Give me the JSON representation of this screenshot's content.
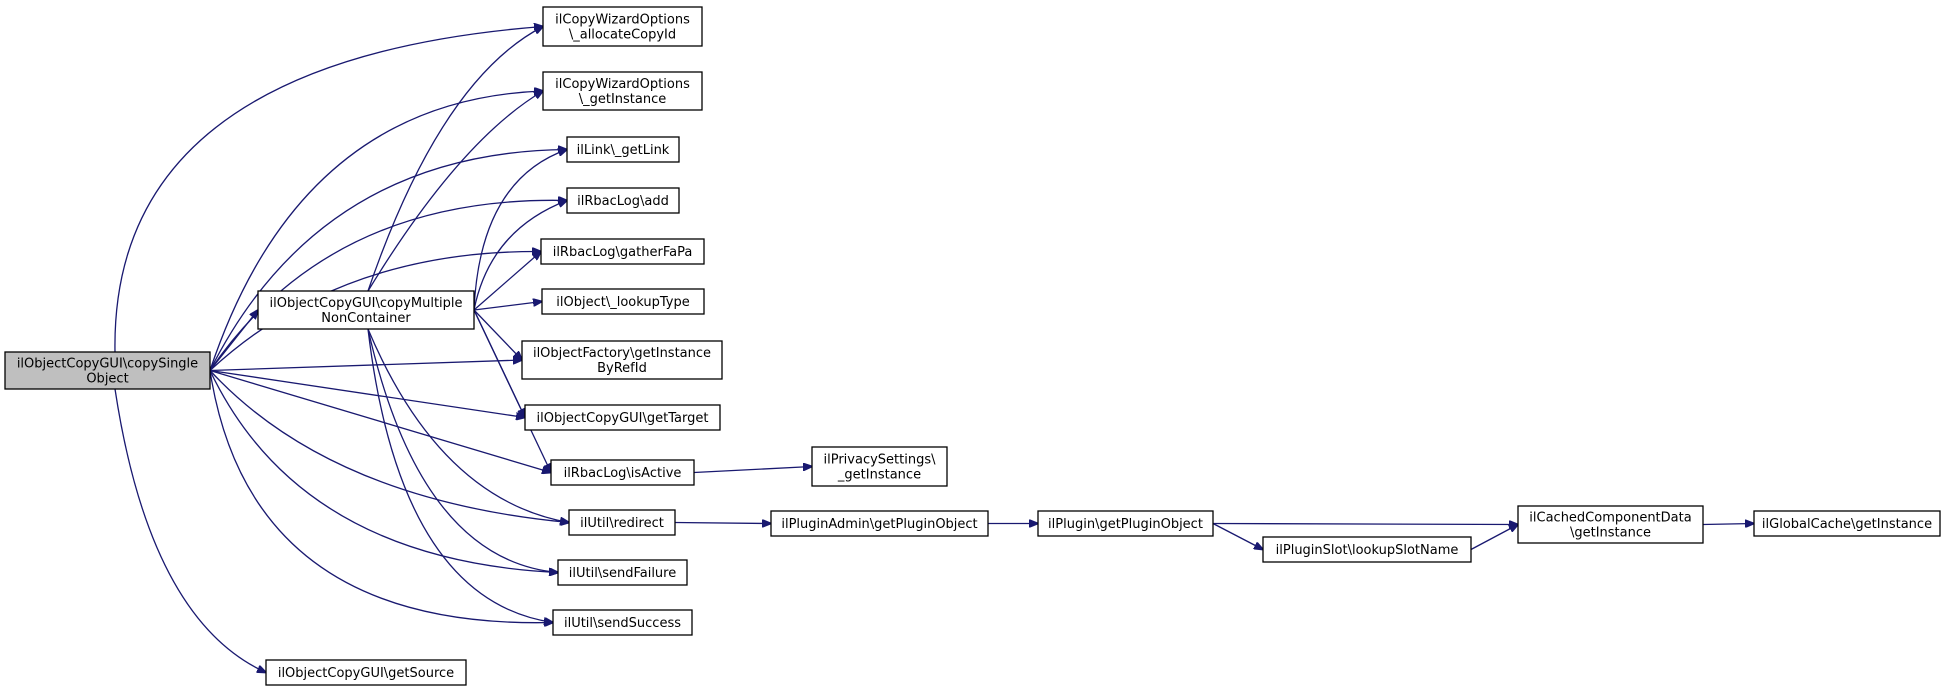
{
  "graph": {
    "edge_color": "#191970",
    "root_fill": "#bfbfbf",
    "nodes": [
      {
        "id": "copySingle",
        "lines": [
          "ilObjectCopyGUI\\copySingle",
          "Object"
        ],
        "root": true
      },
      {
        "id": "copyMultiple",
        "lines": [
          "ilObjectCopyGUI\\copyMultiple",
          "NonContainer"
        ]
      },
      {
        "id": "getSource",
        "lines": [
          "ilObjectCopyGUI\\getSource"
        ]
      },
      {
        "id": "allocateCopyId",
        "lines": [
          "ilCopyWizardOptions",
          "\\_allocateCopyId"
        ]
      },
      {
        "id": "cwGetInstance",
        "lines": [
          "ilCopyWizardOptions",
          "\\_getInstance"
        ]
      },
      {
        "id": "getLink",
        "lines": [
          "ilLink\\_getLink"
        ]
      },
      {
        "id": "rbacAdd",
        "lines": [
          "ilRbacLog\\add"
        ]
      },
      {
        "id": "gatherFaPa",
        "lines": [
          "ilRbacLog\\gatherFaPa"
        ]
      },
      {
        "id": "lookupType",
        "lines": [
          "ilObject\\_lookupType"
        ]
      },
      {
        "id": "factoryGetInstance",
        "lines": [
          "ilObjectFactory\\getInstance",
          "ByRefId"
        ]
      },
      {
        "id": "getTarget",
        "lines": [
          "ilObjectCopyGUI\\getTarget"
        ]
      },
      {
        "id": "isActive",
        "lines": [
          "ilRbacLog\\isActive"
        ]
      },
      {
        "id": "redirect",
        "lines": [
          "ilUtil\\redirect"
        ]
      },
      {
        "id": "sendFailure",
        "lines": [
          "ilUtil\\sendFailure"
        ]
      },
      {
        "id": "sendSuccess",
        "lines": [
          "ilUtil\\sendSuccess"
        ]
      },
      {
        "id": "privacyGetInstance",
        "lines": [
          "ilPrivacySettings\\",
          "_getInstance"
        ]
      },
      {
        "id": "adminGetPluginObject",
        "lines": [
          "ilPluginAdmin\\getPluginObject"
        ]
      },
      {
        "id": "pluginGetPluginObject",
        "lines": [
          "ilPlugin\\getPluginObject"
        ]
      },
      {
        "id": "lookupSlotName",
        "lines": [
          "ilPluginSlot\\lookupSlotName"
        ]
      },
      {
        "id": "cachedGetInstance",
        "lines": [
          "ilCachedComponentData",
          "\\getInstance"
        ]
      },
      {
        "id": "globalCacheGetInstance",
        "lines": [
          "ilGlobalCache\\getInstance"
        ]
      }
    ],
    "edges": [
      [
        "copySingle",
        "allocateCopyId"
      ],
      [
        "copySingle",
        "cwGetInstance"
      ],
      [
        "copySingle",
        "getLink"
      ],
      [
        "copySingle",
        "rbacAdd"
      ],
      [
        "copySingle",
        "gatherFaPa"
      ],
      [
        "copySingle",
        "copyMultiple"
      ],
      [
        "copySingle",
        "factoryGetInstance"
      ],
      [
        "copySingle",
        "getTarget"
      ],
      [
        "copySingle",
        "isActive"
      ],
      [
        "copySingle",
        "redirect"
      ],
      [
        "copySingle",
        "sendFailure"
      ],
      [
        "copySingle",
        "sendSuccess"
      ],
      [
        "copySingle",
        "getSource"
      ],
      [
        "copyMultiple",
        "allocateCopyId"
      ],
      [
        "copyMultiple",
        "cwGetInstance"
      ],
      [
        "copyMultiple",
        "getLink"
      ],
      [
        "copyMultiple",
        "rbacAdd"
      ],
      [
        "copyMultiple",
        "gatherFaPa"
      ],
      [
        "copyMultiple",
        "lookupType"
      ],
      [
        "copyMultiple",
        "factoryGetInstance"
      ],
      [
        "copyMultiple",
        "getTarget"
      ],
      [
        "copyMultiple",
        "isActive"
      ],
      [
        "copyMultiple",
        "redirect"
      ],
      [
        "copyMultiple",
        "sendFailure"
      ],
      [
        "copyMultiple",
        "sendSuccess"
      ],
      [
        "isActive",
        "privacyGetInstance"
      ],
      [
        "redirect",
        "adminGetPluginObject"
      ],
      [
        "adminGetPluginObject",
        "pluginGetPluginObject"
      ],
      [
        "pluginGetPluginObject",
        "cachedGetInstance"
      ],
      [
        "pluginGetPluginObject",
        "lookupSlotName"
      ],
      [
        "lookupSlotName",
        "cachedGetInstance"
      ],
      [
        "cachedGetInstance",
        "globalCacheGetInstance"
      ]
    ]
  }
}
